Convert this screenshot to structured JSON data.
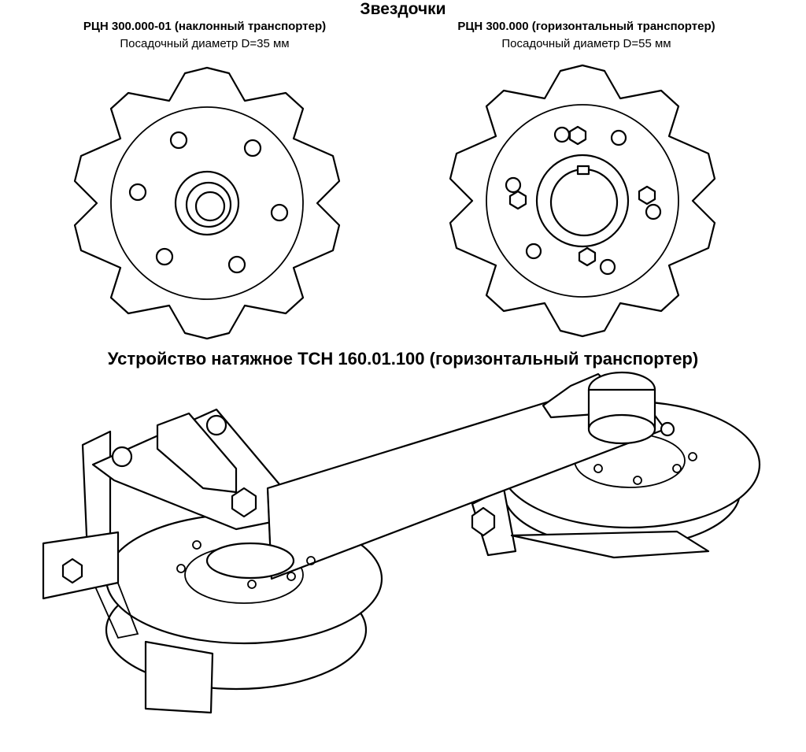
{
  "title": "Звездочки",
  "sprockets": [
    {
      "code": "РЦН 300.000-01 (наклонный транспортер)",
      "diameter": "Посадочный диаметр D=35 мм"
    },
    {
      "code": "РЦН 300.000 (горизонтальный транспортер)",
      "diameter": "Посадочный диаметр D=55 мм"
    }
  ],
  "tensioner": {
    "title": "Устройство натяжное ТСН 160.01.100 (горизонтальный транспортер)"
  },
  "colors": {
    "line": "#000000",
    "background": "#ffffff"
  }
}
